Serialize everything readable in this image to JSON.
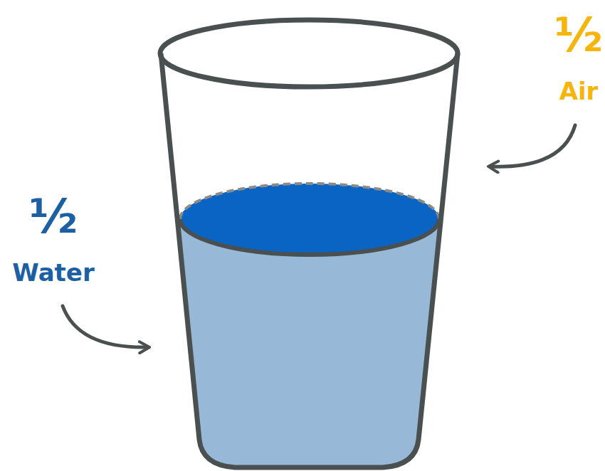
{
  "diagram": {
    "labels": [
      "½",
      "Water",
      "½",
      "Air"
    ]
  }
}
